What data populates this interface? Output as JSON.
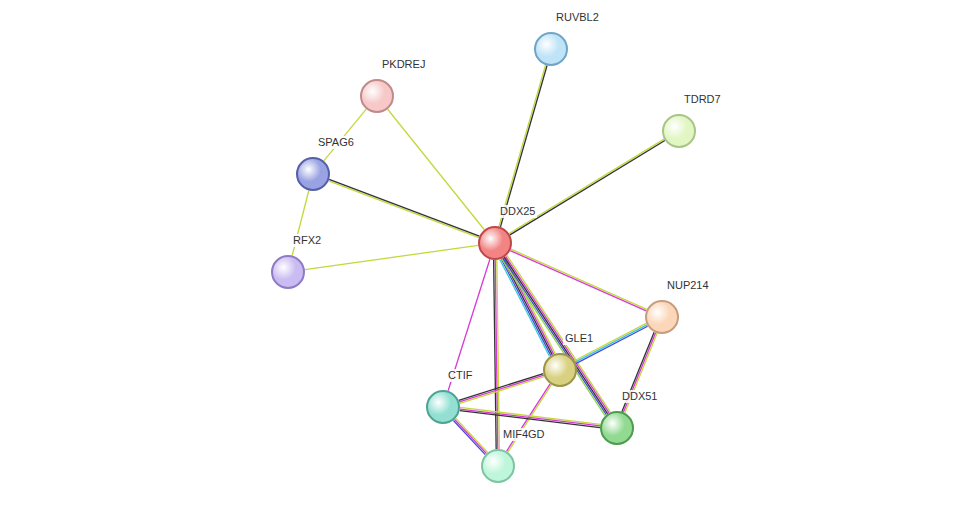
{
  "diagram": {
    "nodes": [
      {
        "text": [
          "RUVBL2"
        ]
      },
      {
        "text": [
          "PKDREJ"
        ]
      },
      {
        "text": [
          "TDRD7"
        ]
      },
      {
        "text": [
          "SPAG6"
        ]
      },
      {
        "text": [
          "DDX25"
        ]
      },
      {
        "text": [
          "RFX2"
        ]
      },
      {
        "text": [
          "NUP214"
        ]
      },
      {
        "text": [
          "GLE1"
        ]
      },
      {
        "text": [
          "CTIF"
        ]
      },
      {
        "text": [
          "DDX51"
        ]
      },
      {
        "text": [
          "MIF4GD"
        ]
      }
    ],
    "edges": [
      {
        "from": 4,
        "to": 0,
        "arrow": "none"
      },
      {
        "from": 4,
        "to": 2,
        "arrow": "none"
      },
      {
        "from": 4,
        "to": 1,
        "arrow": "none"
      },
      {
        "from": 4,
        "to": 3,
        "arrow": "none"
      },
      {
        "from": 4,
        "to": 5,
        "arrow": "none"
      },
      {
        "from": 3,
        "to": 1,
        "arrow": "none"
      },
      {
        "from": 3,
        "to": 5,
        "arrow": "none"
      },
      {
        "from": 4,
        "to": 6,
        "arrow": "none"
      },
      {
        "from": 4,
        "to": 7,
        "arrow": "none"
      },
      {
        "from": 4,
        "to": 9,
        "arrow": "none"
      },
      {
        "from": 4,
        "to": 8,
        "arrow": "none"
      },
      {
        "from": 4,
        "to": 10,
        "arrow": "none"
      },
      {
        "from": 7,
        "to": 6,
        "arrow": "none"
      },
      {
        "from": 6,
        "to": 9,
        "arrow": "none"
      },
      {
        "from": 7,
        "to": 8,
        "arrow": "none"
      },
      {
        "from": 7,
        "to": 10,
        "arrow": "none"
      },
      {
        "from": 8,
        "to": 9,
        "arrow": "none"
      },
      {
        "from": 8,
        "to": 10,
        "arrow": "none"
      }
    ]
  }
}
